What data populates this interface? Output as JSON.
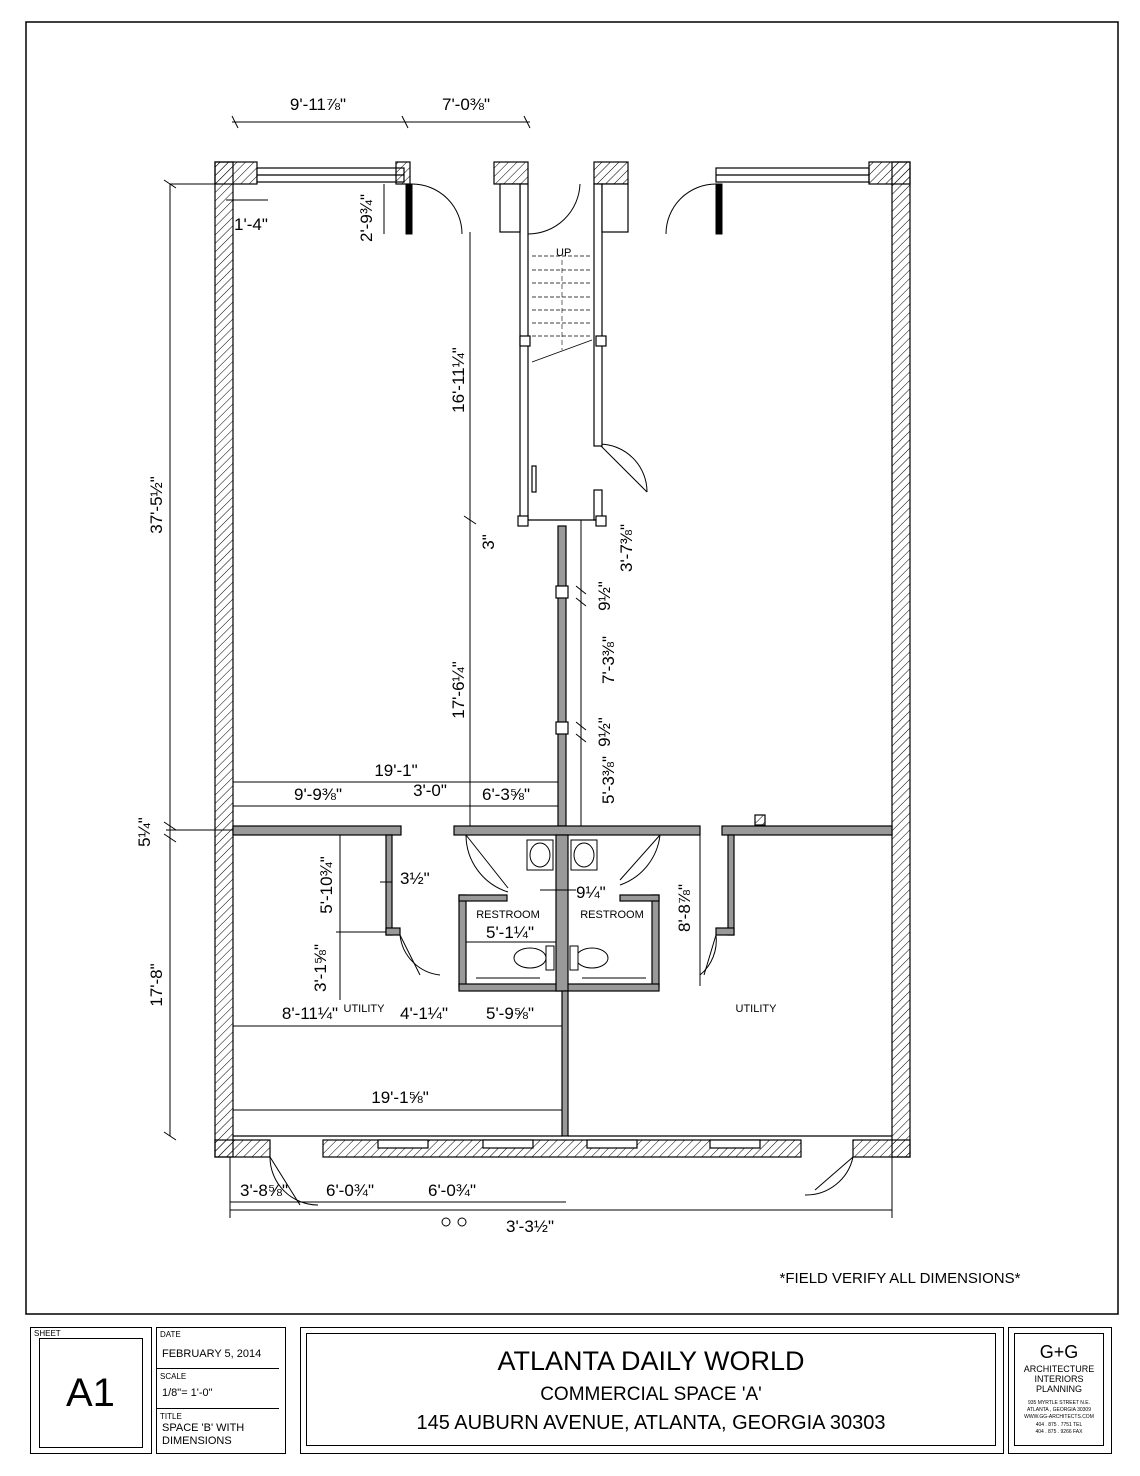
{
  "dimensions": {
    "top_left": "9'-11⅞\"",
    "top_right": "7'-0⅜\"",
    "left_total": "37'-5½\"",
    "left_return": "1'-4\"",
    "door_jamb": "2'-9¾\"",
    "stair_len": "16'-11¼\"",
    "three": "3\"",
    "stair_offset": "3'-7⅜\"",
    "nine_half_a": "9½\"",
    "center_span": "7'-3⅜\"",
    "nine_half_b": "9½\"",
    "lower_span": "5'-3⅜\"",
    "left_mid": "17'-6¼\"",
    "width_total": "19'-1\"",
    "w_a": "9'-9⅜\"",
    "w_b": "3'-0\"",
    "w_c": "6'-3⅝\"",
    "five_qtr": "5¼\"",
    "v_a": "5'-10¾\"",
    "three_half": "3½\"",
    "nine_qtr": "9¼\"",
    "rr_width": "5'-1¼\"",
    "v_b": "3'-1⅝\"",
    "v_c": "8'-8⅞\"",
    "left_lower": "17'-8\"",
    "b_a": "8'-11¼\"",
    "b_b": "4'-1¼\"",
    "b_c": "5'-9⅝\"",
    "bottom_width": "19'-1⅝\"",
    "f_a": "3'-8⅝\"",
    "f_b": "6'-0¾\"",
    "f_c": "6'-0¾\"",
    "f_d": "3'-3½\""
  },
  "labels": {
    "up": "UP",
    "restroom_left": "RESTROOM",
    "restroom_right": "RESTROOM",
    "utility_left": "UTILITY",
    "utility_right": "UTILITY"
  },
  "note": "*FIELD VERIFY ALL DIMENSIONS*",
  "title_block": {
    "sheet_label": "SHEET",
    "sheet_number": "A1",
    "date_label": "DATE",
    "date": "FEBRUARY 5, 2014",
    "scale_label": "SCALE",
    "scale": "1/8\"= 1'-0\"",
    "title_label": "TITLE",
    "title_line1": "SPACE 'B' WITH",
    "title_line2": "DIMENSIONS",
    "project_name": "ATLANTA DAILY WORLD",
    "project_sub": "COMMERCIAL SPACE 'A'",
    "project_address": "145 AUBURN AVENUE, ATLANTA, GEORGIA 30303",
    "firm_logo": "G+G",
    "firm_line1": "ARCHITECTURE",
    "firm_line2": "INTERIORS",
    "firm_line3": "PLANNING",
    "firm_addr1": "935 MYRTLE STREET N.E.",
    "firm_addr2": "ATLANTA , GEORGIA 30309",
    "firm_web": "WWW.GG-ARCHITECTS.COM",
    "firm_tel": "404 . 875 . 7751 TEL",
    "firm_fax": "404 . 875 . 9266 FAX"
  }
}
